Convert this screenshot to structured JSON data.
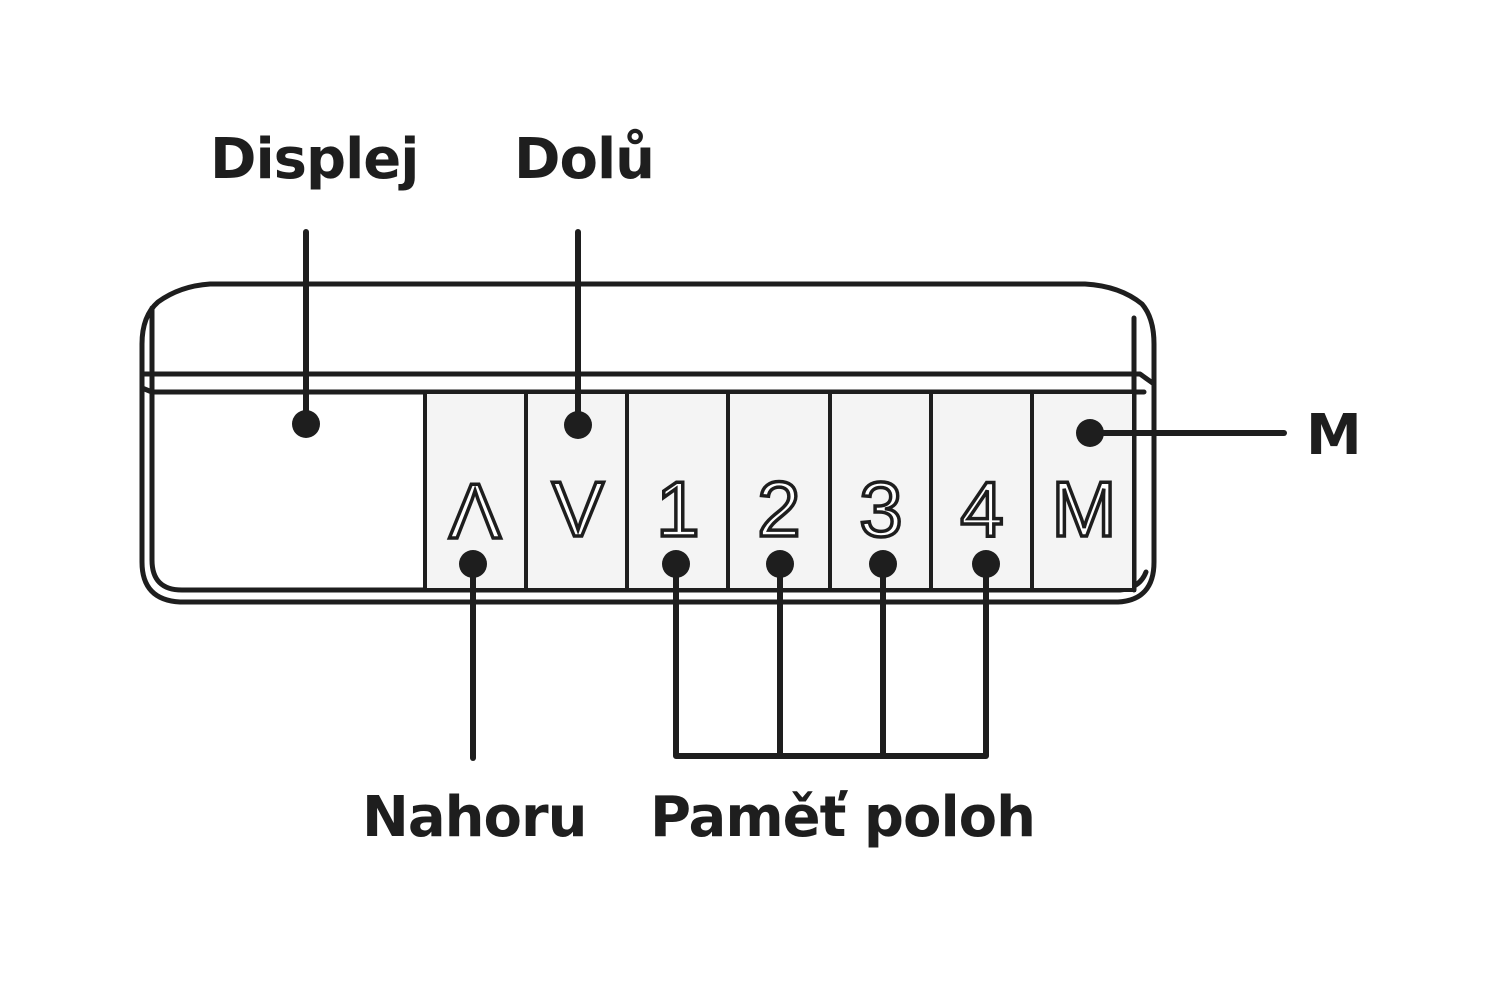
{
  "labels": {
    "display": "Displej",
    "down": "Dolů",
    "up": "Nahoru",
    "memory": "Paměť poloh",
    "m": "M"
  },
  "keys": {
    "up": "Λ",
    "down": "V",
    "mem1": "1",
    "mem2": "2",
    "mem3": "3",
    "mem4": "4",
    "m": "M"
  },
  "colors": {
    "ink": "#1e1e1e",
    "panel_face": "#f4f4f4",
    "background": "#ffffff"
  }
}
